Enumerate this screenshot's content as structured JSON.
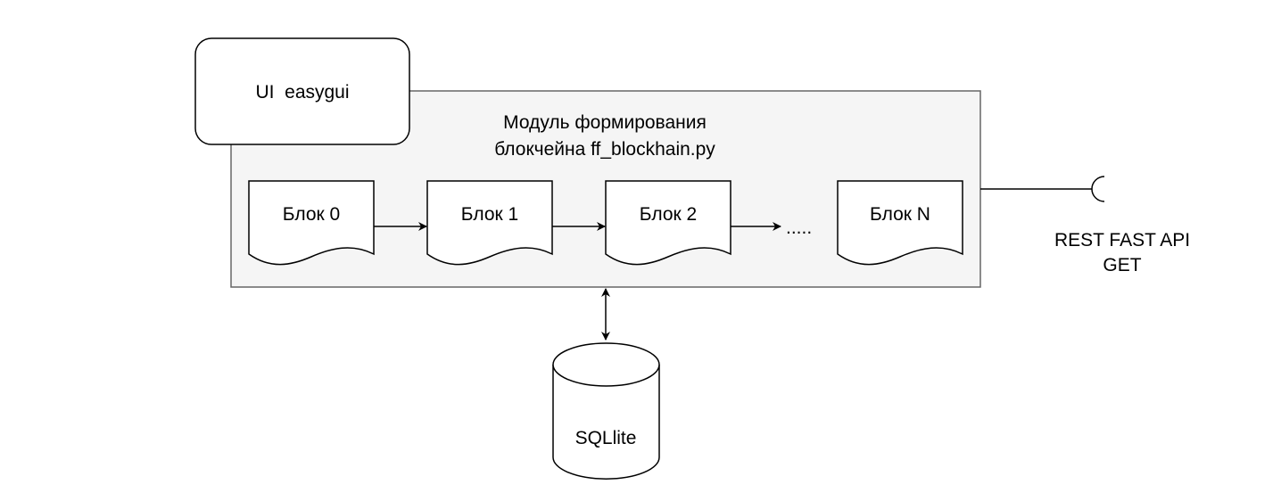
{
  "diagram": {
    "ui_box": {
      "label": "UI  easygui"
    },
    "module": {
      "title_line1": "Модуль формирования",
      "title_line2": "блокчейна ff_blockhain.py"
    },
    "blocks": [
      {
        "label": "Блок 0"
      },
      {
        "label": "Блок 1"
      },
      {
        "label": "Блок 2"
      },
      {
        "label": "Блок N"
      }
    ],
    "ellipsis": ".....",
    "database": {
      "label": "SQLlite"
    },
    "api": {
      "line1": "REST FAST API",
      "line2": "GET"
    }
  },
  "colors": {
    "stroke": "#000000",
    "container_fill": "#f5f5f5",
    "container_stroke": "#666666",
    "shape_fill": "#ffffff"
  }
}
